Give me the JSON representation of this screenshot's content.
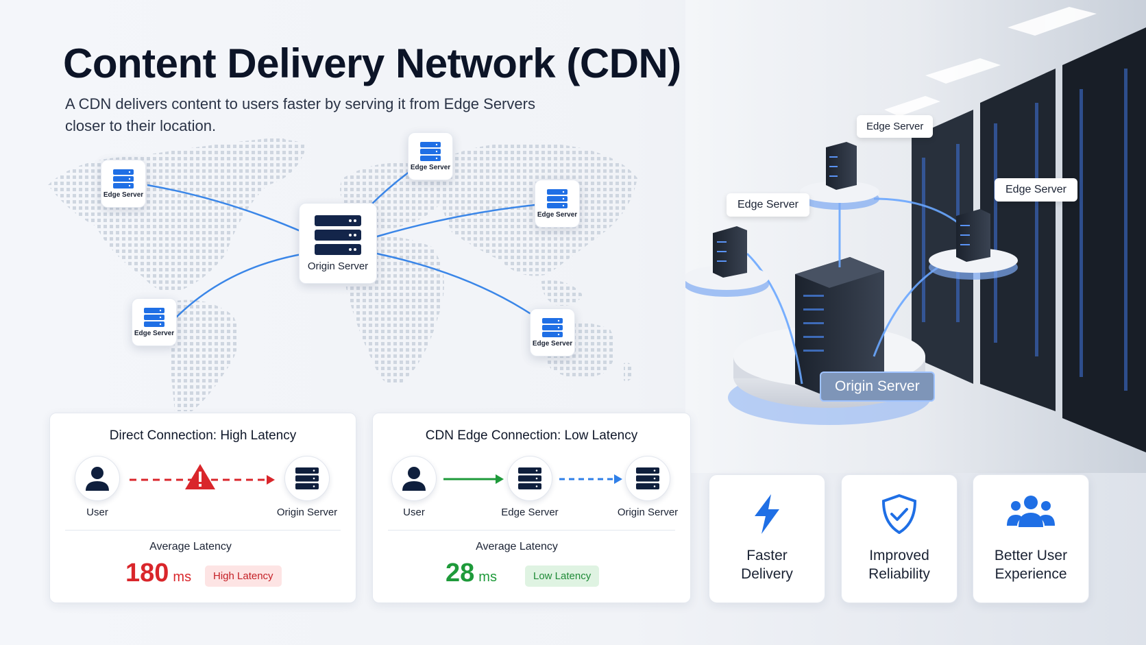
{
  "header": {
    "title": "Content Delivery Network (CDN)",
    "subtitle": "A CDN delivers content to users faster by serving it from Edge Servers closer to their location."
  },
  "map": {
    "origin_label": "Origin Server",
    "edge_label": "Edge Server"
  },
  "illustration": {
    "edge_label": "Edge Server",
    "origin_label": "Origin Server"
  },
  "direct": {
    "title": "Direct Connection: High Latency",
    "user_label": "User",
    "origin_label": "Origin Server",
    "avg_label": "Average Latency",
    "value": "180",
    "unit": "ms",
    "badge": "High Latency"
  },
  "cdn": {
    "title": "CDN Edge Connection: Low Latency",
    "user_label": "User",
    "edge_label": "Edge Server",
    "origin_label": "Origin Server",
    "avg_label": "Average Latency",
    "value": "28",
    "unit": "ms",
    "badge": "Low Latency"
  },
  "benefits": [
    {
      "line1": "Faster",
      "line2": "Delivery",
      "icon": "lightning-icon"
    },
    {
      "line1": "Improved",
      "line2": "Reliability",
      "icon": "shield-check-icon"
    },
    {
      "line1": "Better User",
      "line2": "Experience",
      "icon": "users-icon"
    }
  ],
  "colors": {
    "blue": "#1f6fe5",
    "navy": "#0f1f3d",
    "red": "#d9262b",
    "green": "#1e9a3a",
    "high_badge_bg": "#fde4e4",
    "low_badge_bg": "#dff3e2"
  }
}
